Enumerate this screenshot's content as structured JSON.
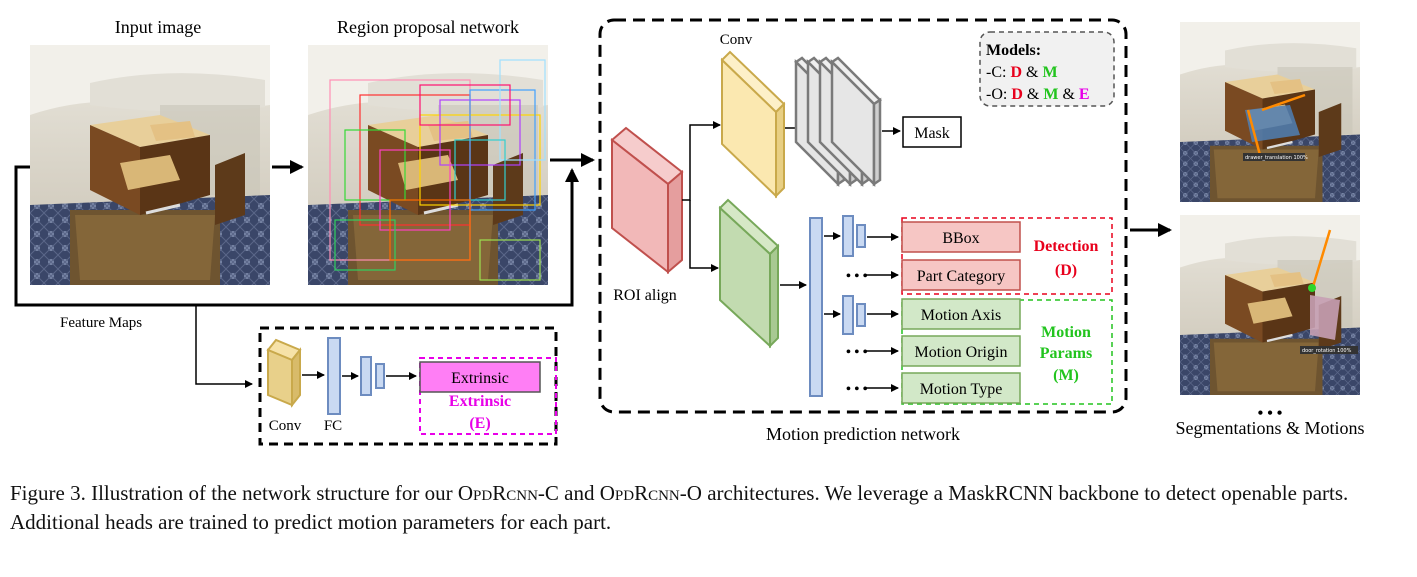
{
  "labels": {
    "input_image": "Input image",
    "region_proposal": "Region proposal network",
    "feature_maps": "Feature Maps",
    "roi_align": "ROI align",
    "conv_top": "Conv",
    "mask": "Mask",
    "bbox": "BBox",
    "part_category": "Part Category",
    "motion_axis": "Motion Axis",
    "motion_origin": "Motion Origin",
    "motion_type": "Motion Type",
    "detection_title": "Detection",
    "detection_code": "(D)",
    "motion_params_line1": "Motion",
    "motion_params_line2": "Params",
    "motion_params_code": "(M)",
    "motion_prediction_network": "Motion prediction network",
    "segmentations_motions": "Segmentations & Motions",
    "ellipsis": "• • •",
    "extrinsic_box": "Extrinsic",
    "extrinsic_title": "Extrinsic",
    "extrinsic_code": "(E)",
    "conv_bottom": "Conv",
    "fc_bottom": "FC",
    "out1_tag": "drawer_translation 100%",
    "out2_tag": "door_rotation 100%"
  },
  "models_legend": {
    "title": "Models:",
    "c_prefix": "-C: ",
    "o_prefix": "-O: ",
    "amp": " & ",
    "d": "D",
    "m": "M",
    "e": "E"
  },
  "caption": {
    "prefix": "Figure 3. Illustration of the network structure for our ",
    "name_c": "OpdRcnn",
    "suffix_c": "-C and ",
    "name_o": "OpdRcnn",
    "suffix_o": "-O architectures. We leverage a MaskRCNN backbone to detect openable parts. Additional heads are trained to predict motion parameters for each part."
  },
  "colors": {
    "detection_red": "#e8001c",
    "motion_green": "#22c41e",
    "extrinsic_magenta": "#e800e8",
    "roi_red_fill": "#f2b8b8",
    "conv_yellow_fill": "#fbe8b0",
    "conv_green_fill": "#c2dbb0",
    "fc_blue_fill": "#c9d9f2",
    "mask_gray_fill": "#e6e6e6"
  }
}
